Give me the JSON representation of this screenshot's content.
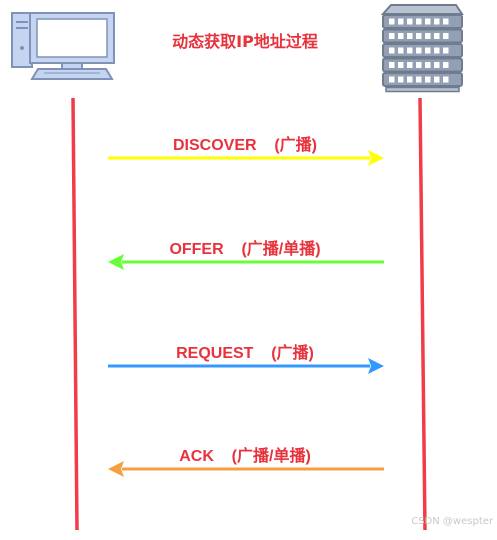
{
  "title": "动态获取IP地址过程",
  "colors": {
    "title": "#e8323c",
    "lifeline": "#f03c46",
    "label": "#e8323c",
    "client_body": "#c5d4f0",
    "client_outline": "#7f93b8",
    "server_body": "#93a0b3",
    "server_outline": "#6f7c90"
  },
  "icons": {
    "client": "desktop-computer-icon",
    "server": "server-rack-icon"
  },
  "messages": [
    {
      "label": "DISCOVER    (广播)",
      "direction": "client-to-server",
      "color": "#ffff00"
    },
    {
      "label": "OFFER    (广播/单播)",
      "direction": "server-to-client",
      "color": "#66ff33"
    },
    {
      "label": "REQUEST    (广播)",
      "direction": "client-to-server",
      "color": "#3399ff"
    },
    {
      "label": "ACK    (广播/单播)",
      "direction": "server-to-client",
      "color": "#f5a040"
    }
  ],
  "watermark": "CSDN @wespter"
}
